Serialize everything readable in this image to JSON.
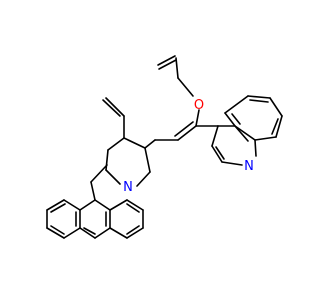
{
  "diagram": {
    "type": "chemical-structure",
    "atom_labels": {
      "oxygen": "O",
      "nitrogen_piperidine": "N",
      "nitrogen_quinoline": "N"
    },
    "colors": {
      "bond": "#000000",
      "oxygen": "#ff0000",
      "nitrogen": "#0000ff",
      "background": "#ffffff"
    }
  }
}
